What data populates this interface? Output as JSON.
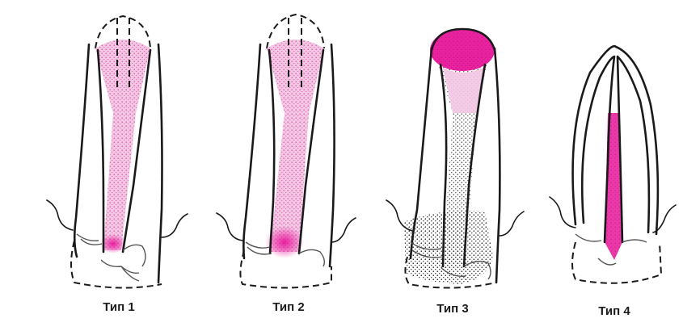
{
  "labels": {
    "type1": "Тип 1",
    "type2": "Тип 2",
    "type3": "Тип 3",
    "type4": "Тип 4"
  },
  "colors": {
    "pink": "#e8169a",
    "pink_light": "#f4c6e4",
    "stipple_dark": "#3a3a3a",
    "outline": "#1a1a1a"
  }
}
